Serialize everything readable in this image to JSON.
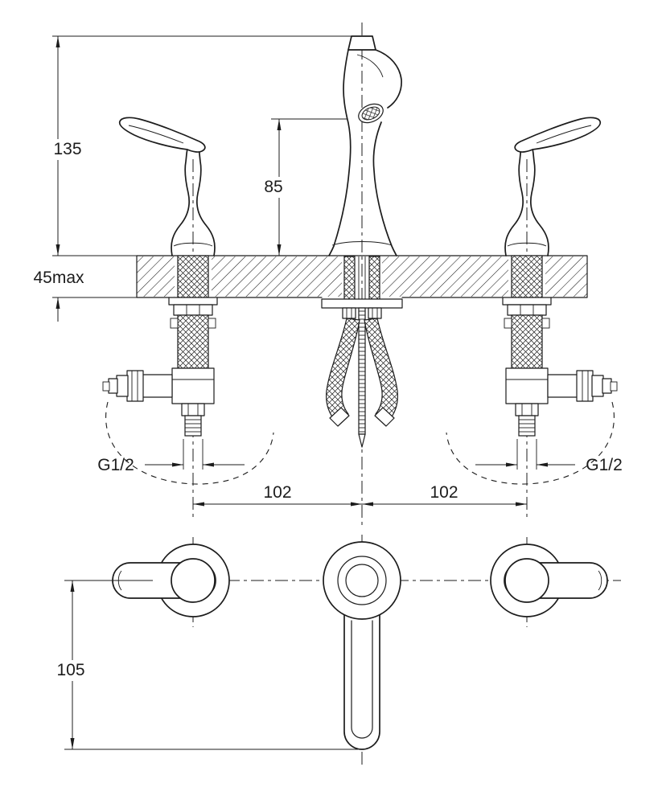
{
  "drawing": {
    "background": "#ffffff",
    "line_color": "#1c1c1c",
    "dimensions": {
      "total_height": "135",
      "spout_height": "85",
      "max_deck_thickness": "45max",
      "left_thread": "G1/2",
      "right_thread": "G1/2",
      "left_spacing": "102",
      "right_spacing": "102",
      "spout_projection": "105"
    }
  }
}
